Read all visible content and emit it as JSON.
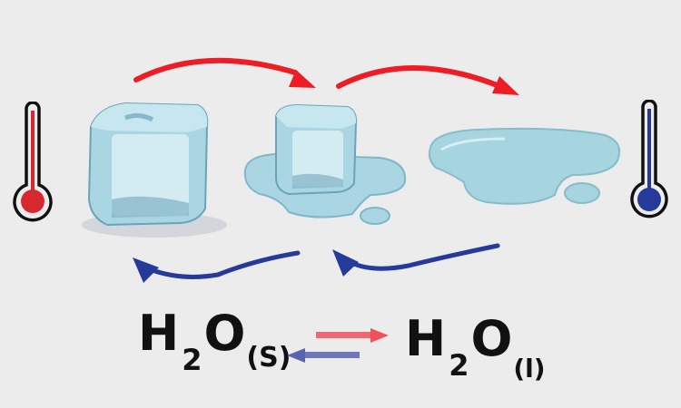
{
  "diagram": {
    "title": "Phase change of water: melting and freezing",
    "background": "#ececec",
    "thermometers": [
      {
        "label": "hot",
        "color": "#d8282f",
        "position": "left"
      },
      {
        "label": "cold",
        "color": "#263a9c",
        "position": "right"
      }
    ],
    "stages": [
      {
        "name": "ice cube",
        "state": "solid"
      },
      {
        "name": "melting ice cube",
        "state": "solid + liquid"
      },
      {
        "name": "water puddle",
        "state": "liquid"
      }
    ],
    "arrows": {
      "heating_color": "#ee1c25",
      "cooling_color": "#263a9c",
      "heating_direction": "left-to-right",
      "cooling_direction": "right-to-left"
    },
    "equation": {
      "left": {
        "main": "H",
        "sub": "2",
        "tail": "O",
        "state": "(S)"
      },
      "right": {
        "main": "H",
        "sub": "2",
        "tail": "O",
        "state": "(l)"
      },
      "forward_arrow_color": "#f0505a",
      "reverse_arrow_color": "#5a63b0"
    }
  }
}
